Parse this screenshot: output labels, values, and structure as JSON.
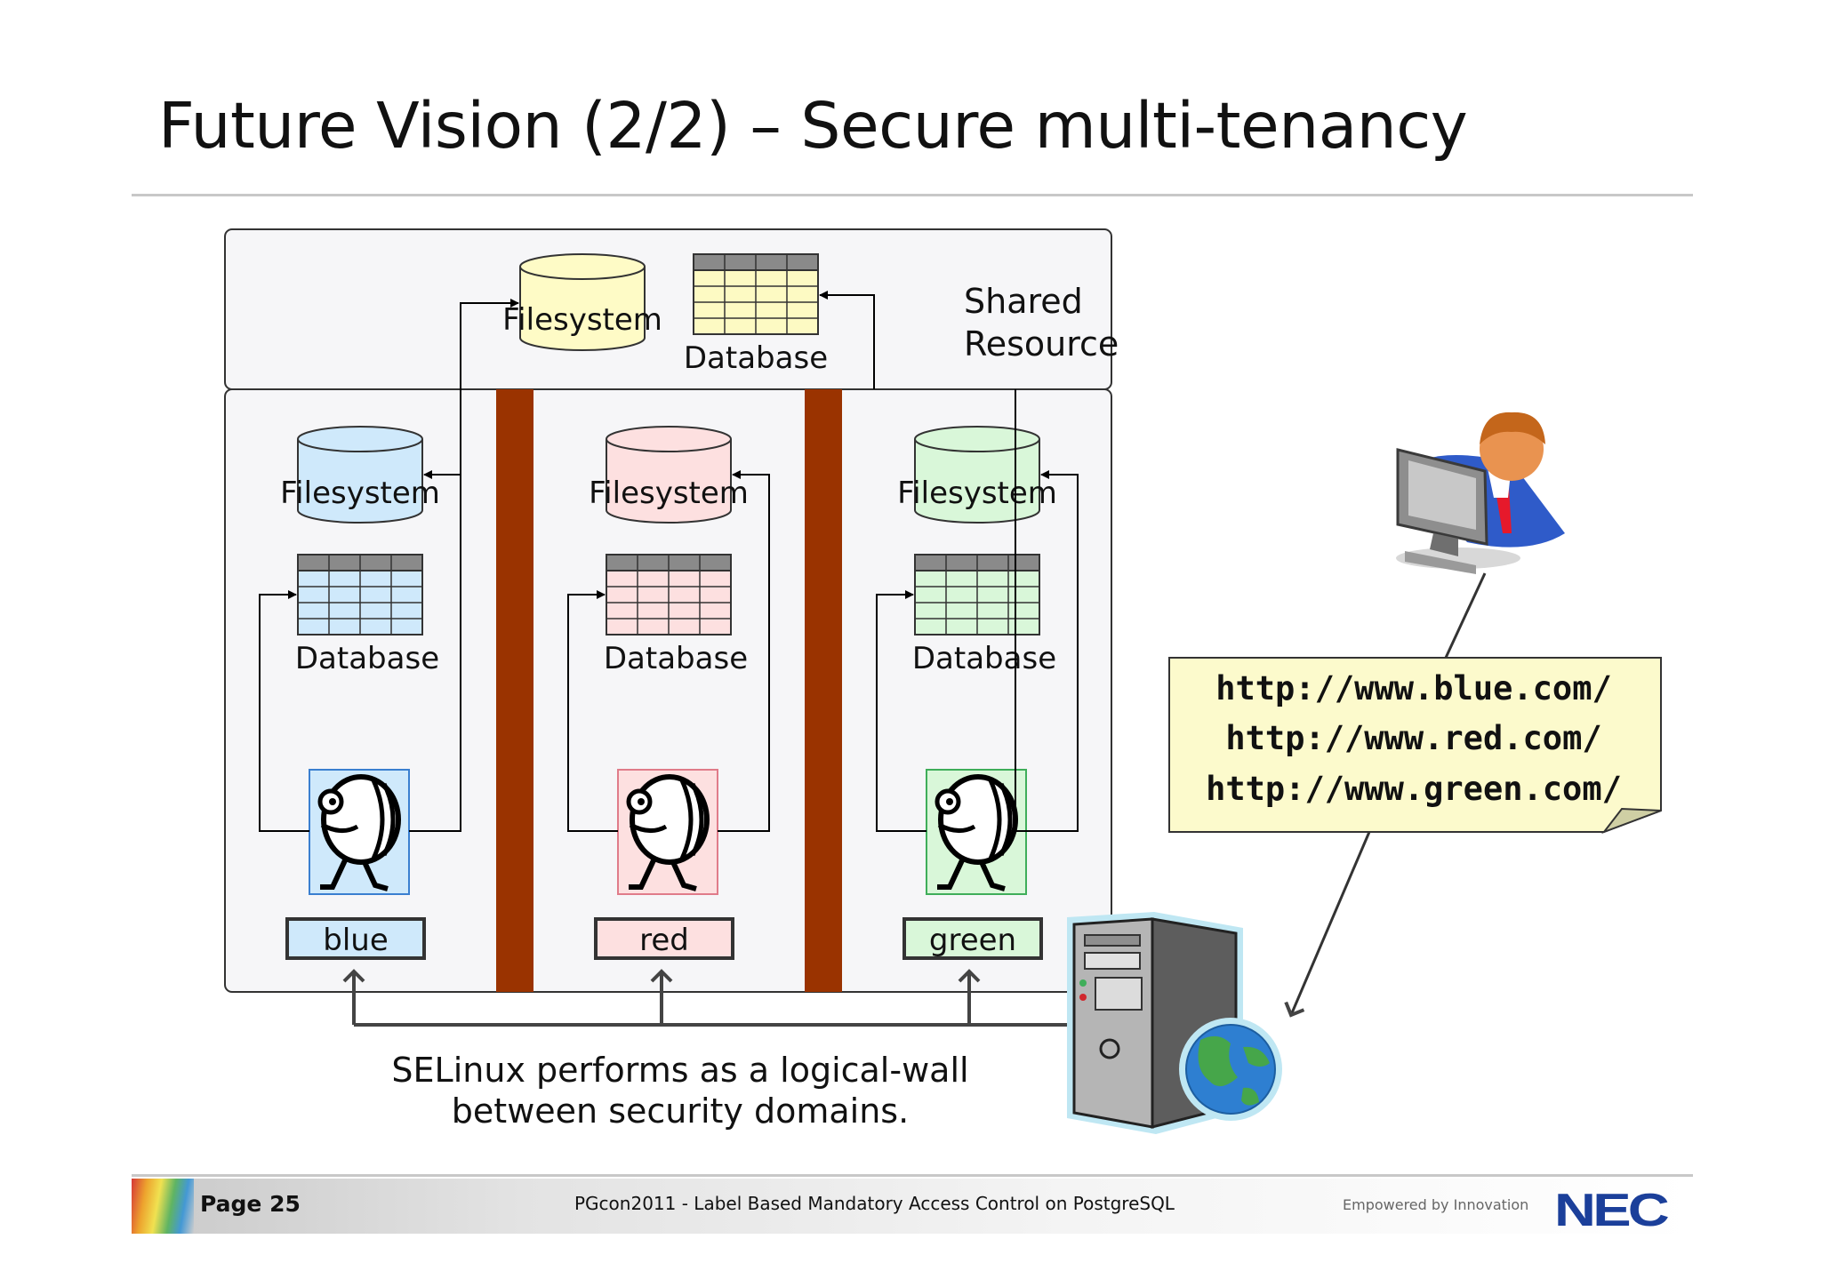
{
  "slide": {
    "title": "Future Vision (2/2) – Secure multi-tenancy",
    "footer": {
      "page": "Page 25",
      "center": "PGcon2011 - Label Based Mandatory Access Control on PostgreSQL",
      "tagline": "Empowered by Innovation",
      "logo": "NEC"
    }
  },
  "diagram": {
    "shared": {
      "label_line1": "Shared",
      "label_line2": "Resource",
      "filesystem": "Filesystem",
      "database": "Database"
    },
    "domains": [
      {
        "name": "blue",
        "filesystem": "Filesystem",
        "database": "Database",
        "color": "#cfe9fb",
        "border": "#3a7fd0"
      },
      {
        "name": "red",
        "filesystem": "Filesystem",
        "database": "Database",
        "color": "#fde0e0",
        "border": "#e07c8a"
      },
      {
        "name": "green",
        "filesystem": "Filesystem",
        "database": "Database",
        "color": "#d9f7d9",
        "border": "#3fae5a"
      }
    ],
    "urls": [
      "http://www.blue.com/",
      "http://www.red.com/",
      "http://www.green.com/"
    ],
    "caption_line1": "SELinux performs as a logical-wall",
    "caption_line2": "between security domains.",
    "colors": {
      "wall": "#9a3300",
      "shared_fs": "#fefbc6",
      "shared_db": "#fdfac3",
      "note": "#fcfacc"
    }
  }
}
